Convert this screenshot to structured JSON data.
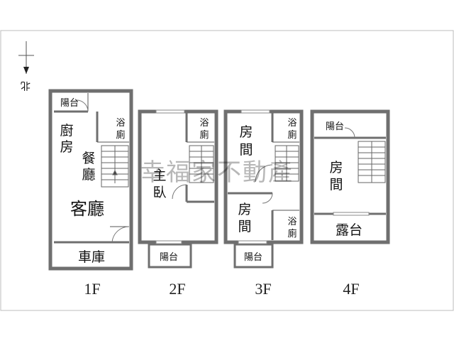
{
  "compass": {
    "north_label": "北"
  },
  "watermark": "幸福家不動產",
  "floors": {
    "f1": {
      "label": "1F",
      "rooms": {
        "balcony": "陽台",
        "kitchen": [
          "廚",
          "房"
        ],
        "bath": [
          "浴",
          "廁"
        ],
        "dining": [
          "餐",
          "廳"
        ],
        "living": "客廳",
        "garage": "車庫"
      }
    },
    "f2": {
      "label": "2F",
      "rooms": {
        "bath": [
          "浴",
          "廁"
        ],
        "master": [
          "主",
          "臥"
        ],
        "balcony": "陽台"
      }
    },
    "f3": {
      "label": "3F",
      "rooms": {
        "room1": [
          "房",
          "間"
        ],
        "bath1": [
          "浴",
          "廁"
        ],
        "room2": [
          "房",
          "間"
        ],
        "bath2": [
          "浴",
          "廁"
        ],
        "balcony": "陽台"
      }
    },
    "f4": {
      "label": "4F",
      "rooms": {
        "balcony": "陽台",
        "room": [
          "房",
          "間"
        ],
        "terrace": "露台"
      }
    }
  }
}
